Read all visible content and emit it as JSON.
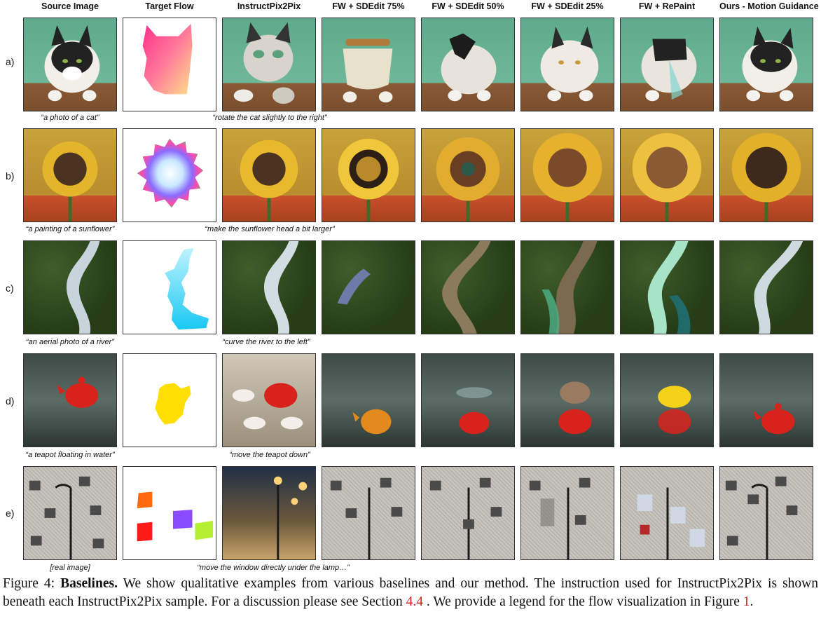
{
  "columns": [
    "Source Image",
    "Target Flow",
    "InstructPix2Pix",
    "FW + SDEdit 75%",
    "FW + SDEdit 50%",
    "FW + SDEdit 25%",
    "FW + RePaint",
    "Ours - Motion Guidance"
  ],
  "rows": [
    {
      "label": "a)",
      "source_caption": "“a photo of a cat”",
      "instruction": "“rotate the cat slightly to the right”",
      "scene": "cat"
    },
    {
      "label": "b)",
      "source_caption": "“a painting of a sunflower”",
      "instruction": "“make the sunflower head a bit larger”",
      "scene": "sunflower"
    },
    {
      "label": "c)",
      "source_caption": "“an aerial photo of a river”",
      "instruction": "“curve the river to the left”",
      "scene": "river"
    },
    {
      "label": "d)",
      "source_caption": "“a teapot floating in water”",
      "instruction": "“move the teapot down”",
      "scene": "teapot"
    },
    {
      "label": "e)",
      "source_caption": "[real image]",
      "instruction": "“move the window directly under the lamp…”",
      "scene": "wall"
    }
  ],
  "caption": {
    "figure_label": "Figure 4:",
    "title": "Baselines.",
    "text_1": " We show qualitative examples from various baselines and our method. The instruction used for InstructPix2Pix is shown beneath each InstructPix2Pix sample. For a discussion please see Section ",
    "section_ref": "4.4",
    "text_2": " . We provide a legend for the flow visualization in Figure ",
    "figure_ref": "1",
    "text_3": "."
  },
  "colors": {
    "reference_link": "#d21f1f"
  }
}
